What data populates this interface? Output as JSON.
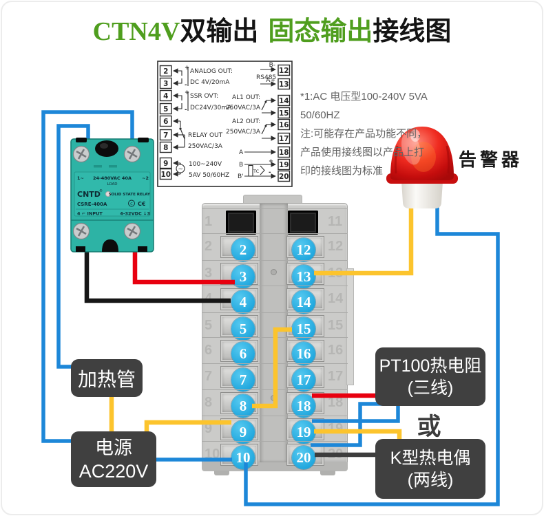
{
  "title": {
    "t1": "CTN4V",
    "t2": "双输出",
    "t3": "固态输出",
    "t4": "接线图"
  },
  "note": {
    "l1": "*1:AC 电压型100-240V 5VA",
    "l2": "50/60HZ",
    "l3": "注:可能存在产品功能不同，",
    "l4": "产品使用接线图以产品上打",
    "l5": "印的接线图为标准"
  },
  "pinout": {
    "left_pins": [
      "2",
      "3",
      "4",
      "5",
      "6",
      "7",
      "8",
      "9",
      "10"
    ],
    "right_pins": [
      "12",
      "13",
      "14",
      "15",
      "16",
      "17",
      "18",
      "19",
      "20"
    ],
    "labels": {
      "plus": "+",
      "minus": "-",
      "analog1": "ANALOG OUT:",
      "analog2": "DC 4V/20mA",
      "ssr1": "SSR OVT:",
      "ssr2": "DC24V/30mA",
      "relay1": "RELAY OUT",
      "relay2": "250VAC/3A",
      "power1": "100~240V",
      "power2": "5AV 50/60HZ",
      "ac": "~",
      "b_minus": "B-",
      "rs485": "RS485",
      "a_plus": "A+",
      "al1_1": "AL1 OUT:",
      "al1_2": "250VAC/3A",
      "al2_1": "AL2 OUT:",
      "al2_2": "250VAC/3A",
      "a": "A",
      "b": "B",
      "b_prime": "B'",
      "tc": "TC",
      "tc_plus": "+",
      "tc_minus": "-"
    }
  },
  "ssr": {
    "rating_l": "1~",
    "rating_m": "24-480VAC  40A",
    "rating_r": "~2",
    "load": "LOAD",
    "brand": "CNTD",
    "reg": "®",
    "type": "SOLID STATE RELAY",
    "model": "CSRE-400A",
    "cert_ccc": "C",
    "cert_ce": "C€",
    "input_l": "4 ⌐ INPUT",
    "input_r": "4-32VDC ↓3"
  },
  "controller": {
    "rows": [
      {
        "lg": "1",
        "rg": "11"
      },
      {
        "lg": "2",
        "lc": "2",
        "rg": "12",
        "rc": "12"
      },
      {
        "lg": "3",
        "lc": "3",
        "rg": "13",
        "rc": "13"
      },
      {
        "lg": "4",
        "lc": "4",
        "rg": "14",
        "rc": "14"
      },
      {
        "lg": "5",
        "lc": "5",
        "rg": "15",
        "rc": "15"
      },
      {
        "lg": "6",
        "lc": "6",
        "rg": "16",
        "rc": "16"
      },
      {
        "lg": "7",
        "lc": "7",
        "rg": "17",
        "rc": "17"
      },
      {
        "lg": "8",
        "lc": "8",
        "rg": "18",
        "rc": "18"
      },
      {
        "lg": "9",
        "lc": "9",
        "rg": "19",
        "rc": "19"
      },
      {
        "lg": "10",
        "lc": "10",
        "rg": "20",
        "rc": "20"
      }
    ]
  },
  "alarm": {
    "label": "告警器"
  },
  "labels": {
    "heater": "加热管",
    "power_line1": "电源",
    "power_line2": "AC220V",
    "pt100_line1": "PT100热电阻",
    "pt100_line2": "(三线)",
    "or": "或",
    "ktc_line1": "K型热电偶",
    "ktc_line2": "(两线)"
  },
  "colors": {
    "title_green": "#4f9e1e",
    "wire_red": "#e8000f",
    "wire_blue": "#1d87d8",
    "wire_yellow": "#fcc42d",
    "wire_black": "#161616",
    "wire_dark_gray": "#3d3d3d",
    "label_box_bg": "#404040",
    "terminal_circle": "#2eb4e6",
    "ssr_body": "#2db3a5",
    "alarm_red": "#d41414",
    "controller_body": "#cbcbc9"
  }
}
